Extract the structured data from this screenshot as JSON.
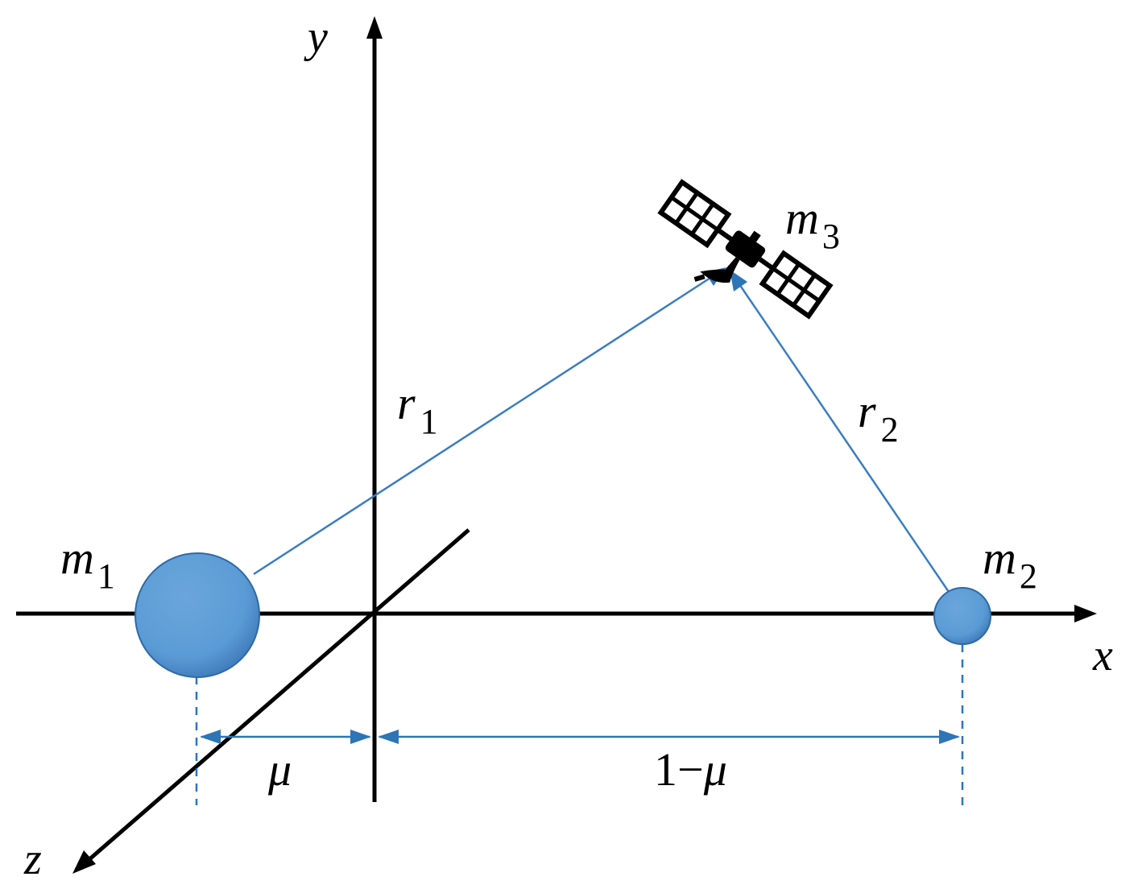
{
  "axes": {
    "x_label": "x",
    "y_label": "y",
    "z_label": "z"
  },
  "bodies": {
    "m1": {
      "symbol": "m",
      "subscript": "1"
    },
    "m2": {
      "symbol": "m",
      "subscript": "2"
    },
    "m3": {
      "symbol": "m",
      "subscript": "3"
    }
  },
  "vectors": {
    "r1": {
      "symbol": "r",
      "subscript": "1"
    },
    "r2": {
      "symbol": "r",
      "subscript": "2"
    }
  },
  "distances": {
    "mu": "μ",
    "one_minus_mu_number": "1",
    "one_minus_mu_minus": "−",
    "one_minus_mu_mu": "μ"
  },
  "colors": {
    "axis": "#000000",
    "body_fill": "#5b9bd5",
    "body_edge": "#2e6aa6",
    "vector": "#3a7dc2",
    "dashed": "#2e75b6"
  },
  "icons": {
    "satellite": "satellite-icon"
  }
}
